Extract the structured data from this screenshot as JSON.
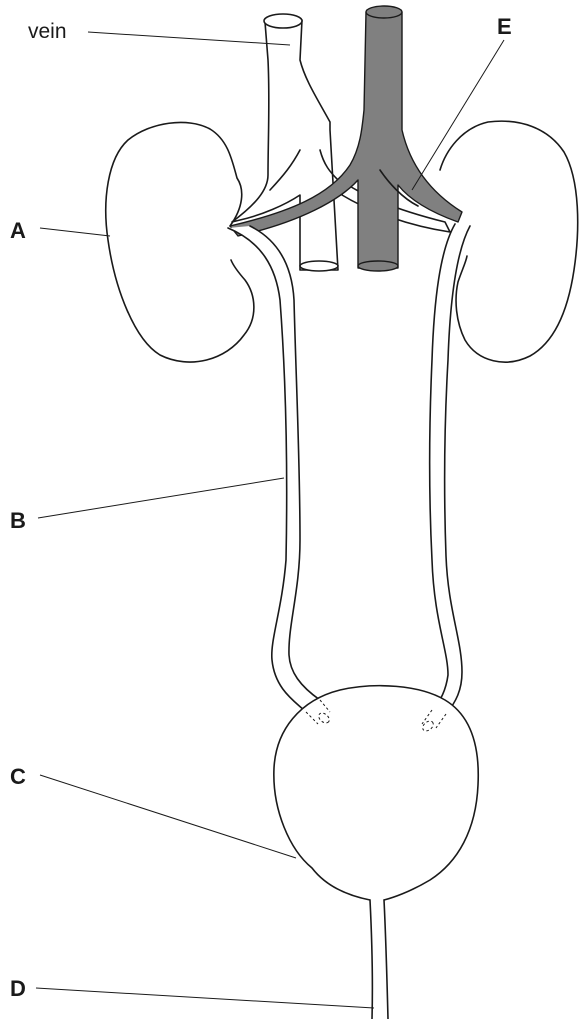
{
  "labels": {
    "vein": "vein",
    "a": "A",
    "b": "B",
    "c": "C",
    "d": "D",
    "e": "E"
  },
  "colors": {
    "artery_fill": "#808080",
    "outline": "#1a1a1a",
    "background": "#ffffff"
  }
}
